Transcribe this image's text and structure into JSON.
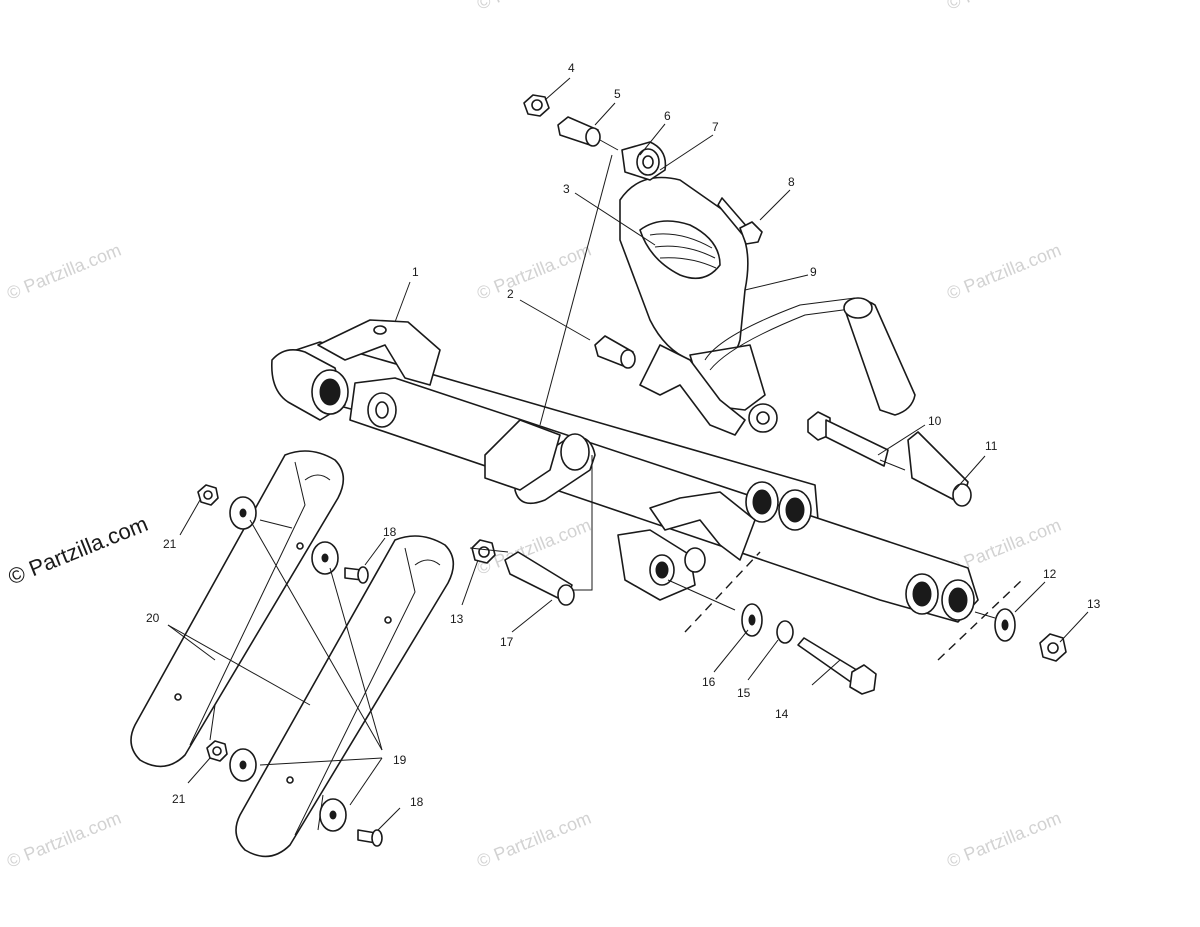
{
  "watermark": {
    "text": "© Partzilla.com",
    "main_text": "© Partzilla.com"
  },
  "callouts": [
    "1",
    "2",
    "3",
    "4",
    "5",
    "6",
    "7",
    "8",
    "9",
    "10",
    "11",
    "12",
    "13",
    "13",
    "14",
    "15",
    "16",
    "17",
    "18",
    "18",
    "19",
    "20",
    "21",
    "21"
  ],
  "colors": {
    "line": "#1a1a1a",
    "watermark": "#d2d2d2",
    "background": "#ffffff"
  }
}
